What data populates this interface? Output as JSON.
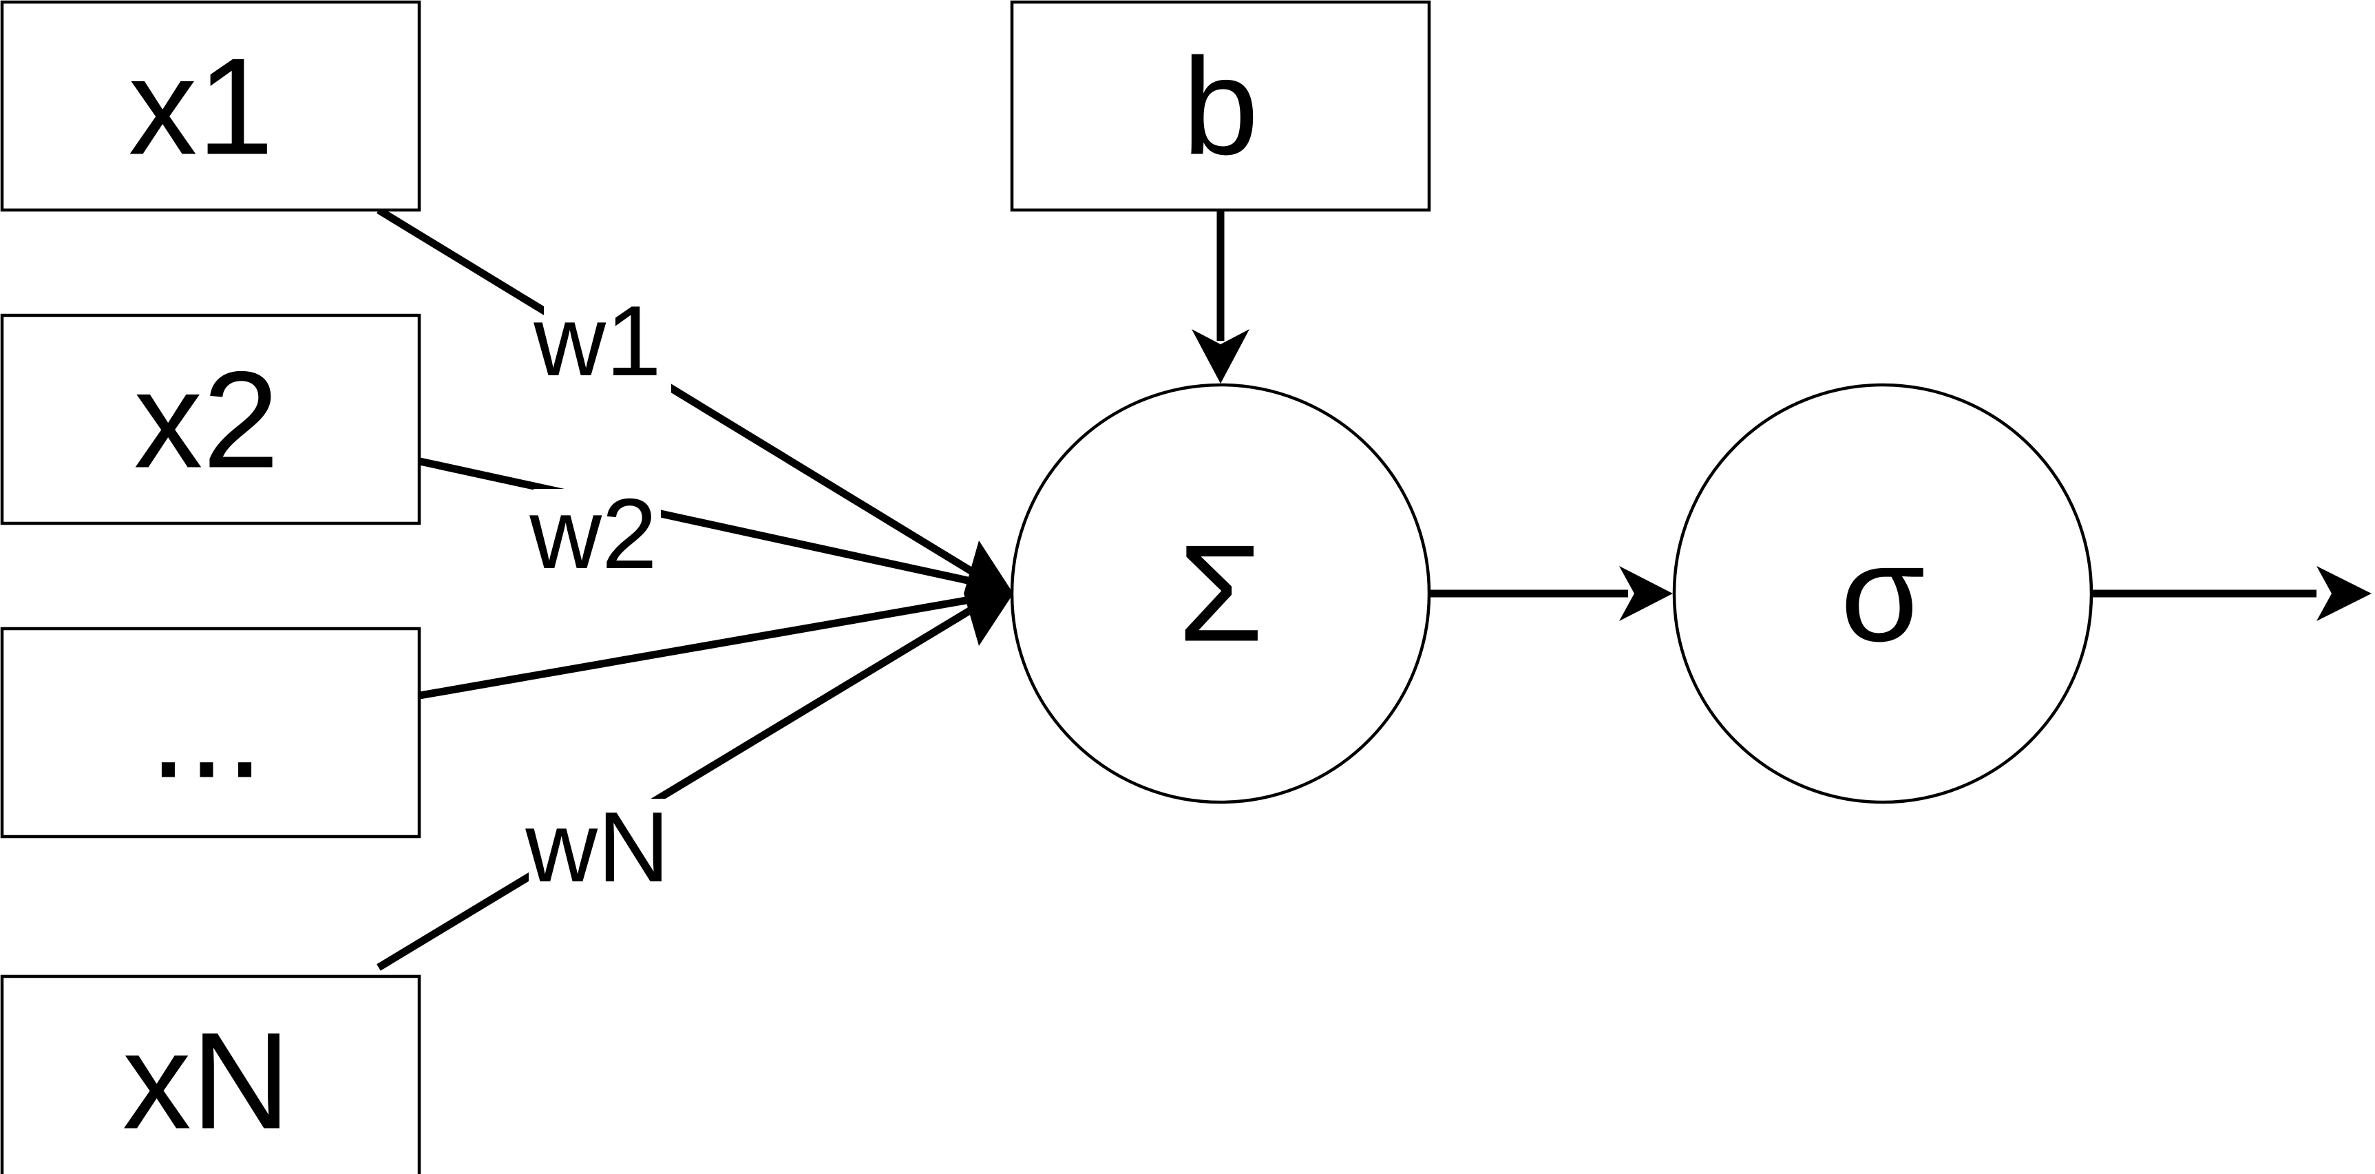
{
  "diagram": {
    "inputs": {
      "x1": "x1",
      "x2": "x2",
      "ellipsis": "...",
      "xN": "xN"
    },
    "bias": "b",
    "sum": "Σ",
    "activation": "σ",
    "weights": {
      "w1": "w1",
      "w2": "w2",
      "wN": "wN"
    }
  }
}
